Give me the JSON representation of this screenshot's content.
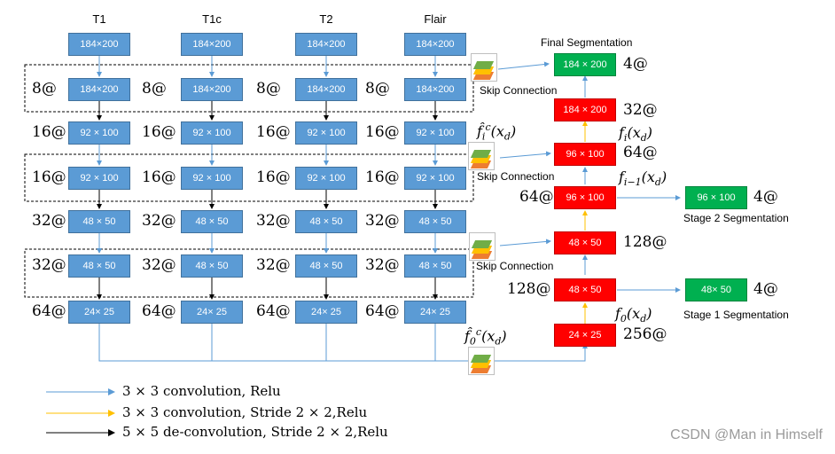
{
  "columns": [
    "T1",
    "T1c",
    "T2",
    "Flair"
  ],
  "rows": [
    {
      "label": "",
      "size": "184×200"
    },
    {
      "label": "8@",
      "size": "184×200"
    },
    {
      "label": "16@",
      "size": "92 × 100"
    },
    {
      "label": "16@",
      "size": "92 × 100"
    },
    {
      "label": "32@",
      "size": "48 × 50"
    },
    {
      "label": "32@",
      "size": "48 × 50"
    },
    {
      "label": "64@",
      "size": "24× 25"
    }
  ],
  "decoder": {
    "final_title": "Final Segmentation",
    "final_block": "184 × 200",
    "final_channels": "4@",
    "up1_block": "184 × 200",
    "up1_channels": "32@",
    "fi_block": "96 × 100",
    "fi_channels": "64@",
    "fi_label": "f_i(x_d)",
    "fim1_block": "96 × 100",
    "fim1_left": "64@",
    "fim1_label": "f_{i−1}(x_d)",
    "stage2_block": "96 × 100",
    "stage2_channels": "4@",
    "stage2_caption": "Stage 2 Segmentation",
    "up3_block": "48 × 50",
    "up3_channels": "128@",
    "s1in_block": "48 × 50",
    "s1in_left": "128@",
    "stage1_block": "48× 50",
    "stage1_channels": "4@",
    "stage1_caption": "Stage 1 Segmentation",
    "bottom_block": "24 × 25",
    "bottom_channels": "256@",
    "f0_label": "f_0(x_d)"
  },
  "skip": [
    "Skip Connection",
    "Skip Connection",
    "Skip Connection"
  ],
  "math": {
    "fic": "f̂_i^c(x_d)",
    "f0c": "f̂_0^c(x_d)"
  },
  "legend": [
    {
      "text": "3 × 3 convolution, Relu",
      "color": "#5b9bd5"
    },
    {
      "text": "3 × 3 convolution, Stride 2 × 2,Relu",
      "color": "#ffc000"
    },
    {
      "text": "5 × 5 de-convolution, Stride 2 × 2,Relu",
      "color": "#000000"
    }
  ],
  "watermark": "CSDN @Man in Himself"
}
